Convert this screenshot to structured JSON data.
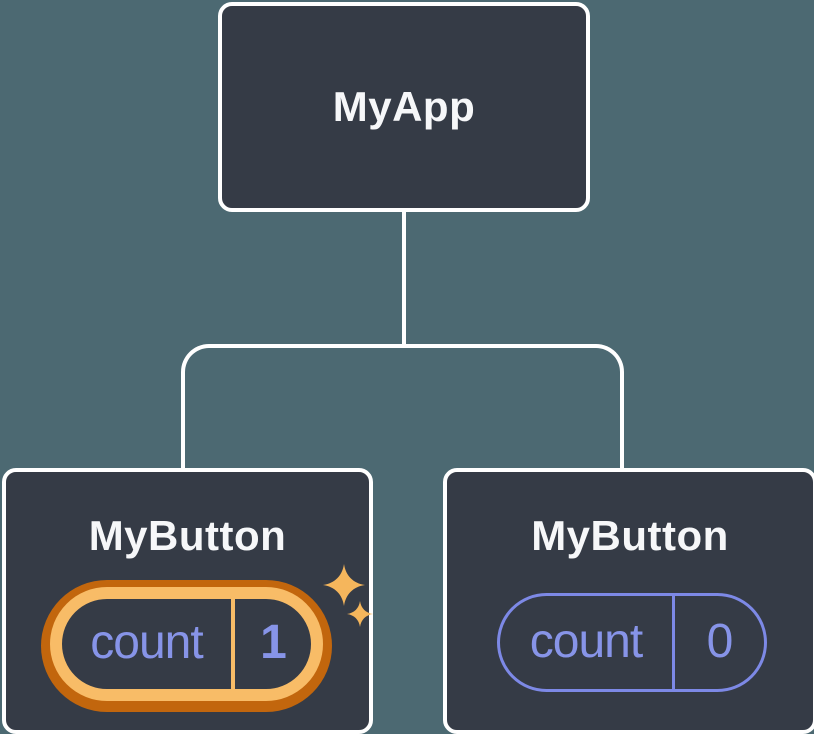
{
  "colors": {
    "canvas-bg": "#4C6972",
    "node-fill": "#353B46",
    "node-border": "#FFFFFF",
    "connector": "#FFFFFF",
    "title-text": "#F6F7F9",
    "state-purple": "#8794E8",
    "state-purple-border": "#7D89E6",
    "highlight-orange-light": "#F8BC67",
    "highlight-orange-dark": "#C2660D",
    "sparkle-gold": "#F5B65C"
  },
  "tree": {
    "root": {
      "label": "MyApp"
    },
    "children": [
      {
        "label": "MyButton",
        "highlighted": true,
        "state": {
          "name": "count",
          "value": "1"
        }
      },
      {
        "label": "MyButton",
        "highlighted": false,
        "state": {
          "name": "count",
          "value": "0"
        }
      }
    ]
  }
}
